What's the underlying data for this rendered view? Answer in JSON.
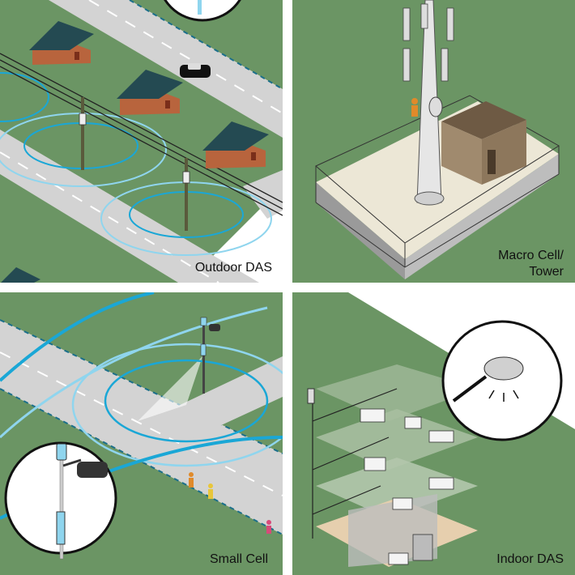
{
  "panels": {
    "outdoor_das": {
      "label": "Outdoor DAS"
    },
    "macro_cell": {
      "label_line1": "Macro Cell/",
      "label_line2": "Tower"
    },
    "small_cell": {
      "label": "Small Cell"
    },
    "indoor_das": {
      "label": "Indoor DAS"
    }
  },
  "colors": {
    "grass": "#6b9564",
    "road": "#d3d3d3",
    "signal": "#1aa7d6",
    "signal_light": "#8fd5ee",
    "house_roof": "#244a52",
    "house_wall": "#b8643d",
    "shed": "#a08a6e",
    "floor_pad": "#ece7d6",
    "white": "#ffffff"
  }
}
